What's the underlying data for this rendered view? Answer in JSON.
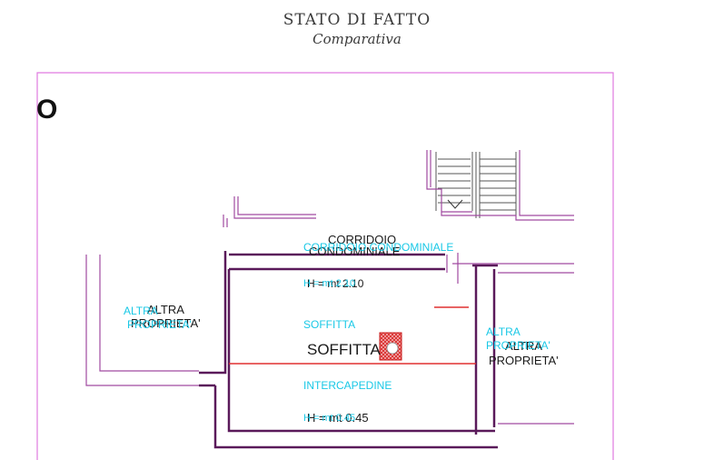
{
  "header": {
    "title": "STATO DI FATTO",
    "subtitle": "Comparativa"
  },
  "plan": {
    "top_left_mark": "O",
    "corridor_line1": "CORRIDOIO",
    "corridor_line2": "CONDOMINIALE",
    "corridor_overlay": "CORRIDOIO CONDOMINIALE",
    "height_upper": "H = mt 2.10",
    "height_upper_overlay": "H = mt 2.10",
    "left_neighbor_line1": "ALTRA",
    "left_neighbor_line2": "PROPRIETA'",
    "left_neighbor_overlay_line1": "ALTRA",
    "left_neighbor_overlay_line2": "PROPRIETA'",
    "right_neighbor_line1": "ALTRA",
    "right_neighbor_line2": "PROPRIETA'",
    "right_neighbor_overlay_line1": "ALTRA",
    "right_neighbor_overlay_line2": "PROPRIETA'",
    "room_label": "SOFFITTA",
    "room_overlay": "SOFFITTA",
    "interspace_overlay": "INTERCAPEDINE",
    "height_lower": "H = mt 0.45",
    "height_lower_overlay": "H = mt 0.45"
  },
  "colors": {
    "frame": "#e07ae0",
    "wall": "#5a1a5a",
    "wall_light": "#a04aa0",
    "annotation": "#19c8e6",
    "hatch": "#e03030"
  }
}
